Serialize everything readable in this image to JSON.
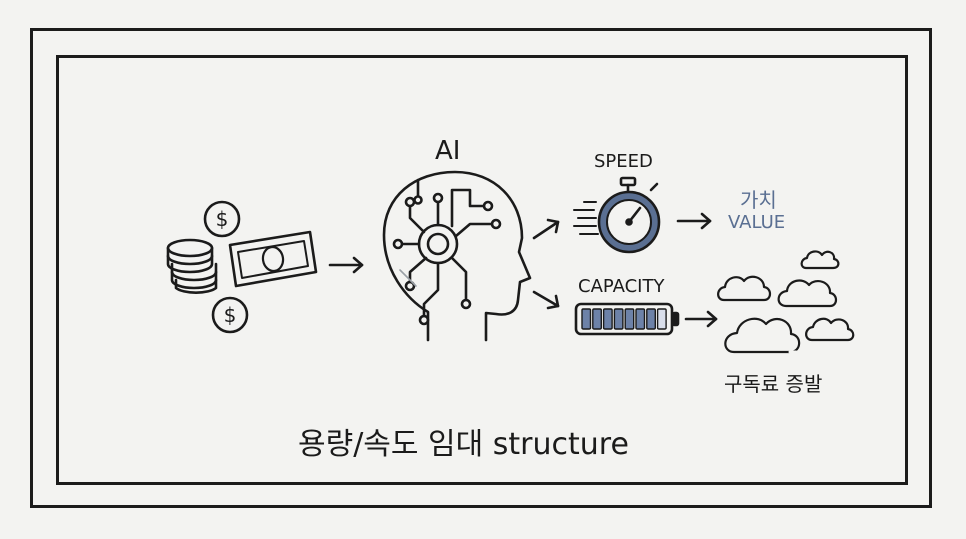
{
  "labels": {
    "ai": "AI",
    "speed": "SPEED",
    "capacity": "CAPACITY",
    "value_ko": "가치",
    "value_en": "VALUE",
    "subscription": "구독료 증발",
    "title": "용량/속도 임대 structure"
  },
  "icons": {
    "money": "money-icon",
    "ai_head": "ai-head-icon",
    "stopwatch": "stopwatch-icon",
    "battery": "battery-icon",
    "clouds": "clouds-icon"
  },
  "battery": {
    "level": 0.85,
    "cells_total": 8
  },
  "colors": {
    "line": "#1b1b1b",
    "accent": "#5a6f92",
    "battery_fill": "#6d82a8",
    "background": "#f3f3f1"
  }
}
